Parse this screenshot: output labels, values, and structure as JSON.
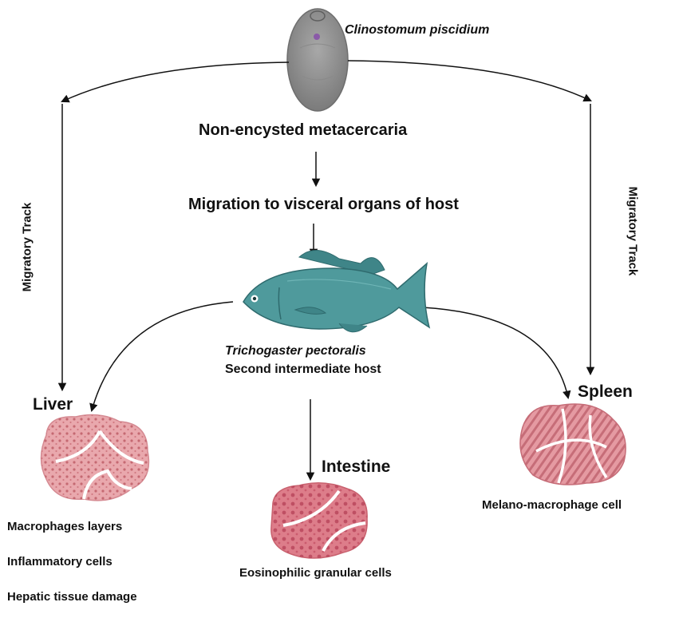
{
  "parasite": {
    "name": "Clinostomum piscidium",
    "stage": "Non-encysted metacercaria"
  },
  "steps": {
    "migration": "Migration to visceral organs of host"
  },
  "host": {
    "species": "Trichogaster pectoralis",
    "role": "Second intermediate host"
  },
  "track": {
    "left": "Migratory Track",
    "right": "Migratory Track"
  },
  "organs": {
    "liver": {
      "title": "Liver",
      "findings": [
        "Macrophages layers",
        "Inflammatory cells",
        "Hepatic tissue damage"
      ]
    },
    "intestine": {
      "title": "Intestine",
      "findings": [
        "Eosinophilic granular cells"
      ]
    },
    "spleen": {
      "title": "Spleen",
      "findings": [
        "Melano-macrophage cell"
      ]
    }
  },
  "colors": {
    "fish_body": "#4f9a9c",
    "fish_fin": "#3f8588",
    "tissue_liver": "#e9a8ad",
    "tissue_intestine": "#dd7d8a",
    "tissue_spleen": "#e08f98",
    "parasite": "#8e8e8e"
  }
}
